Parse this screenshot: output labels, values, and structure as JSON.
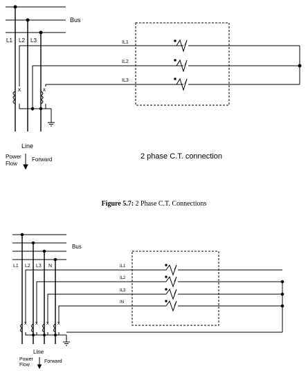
{
  "figure_top": {
    "bus_label": "Bus",
    "phase_labels": [
      "L1",
      "L2",
      "L3"
    ],
    "line_label": "Line",
    "power_flow_label": [
      "Power",
      "Flow"
    ],
    "forward_label": "Forward",
    "current_labels": [
      "IL1",
      "IL2",
      "IL3"
    ],
    "connection_title": "2 phase C.T. connection"
  },
  "caption": {
    "number": "Figure 5.7:",
    "text": "2 Phase C.T. Connections"
  },
  "figure_bottom": {
    "bus_label": "Bus",
    "phase_labels": [
      "L1",
      "L2",
      "L3",
      "N"
    ],
    "line_label": "Line",
    "power_flow_label": [
      "Power",
      "Flow"
    ],
    "forward_label": "Forward",
    "current_labels": [
      "IL1",
      "IL2",
      "IL3",
      "IN"
    ]
  }
}
